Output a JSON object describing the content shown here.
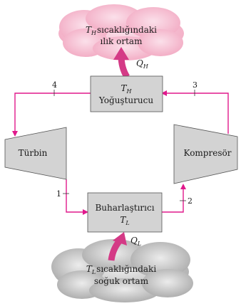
{
  "warm_space": {
    "temp_symbol": "T",
    "temp_subscript": "H",
    "line1_rest": "sıcaklığındaki",
    "line2": "ılık ortam"
  },
  "cold_space": {
    "temp_symbol": "T",
    "temp_subscript": "L",
    "line1_rest": "sıcaklığındaki",
    "line2": "soğuk ortam"
  },
  "condenser": {
    "temp_symbol": "T",
    "temp_subscript": "H",
    "name": "Yoğuşturucu"
  },
  "evaporator": {
    "name": "Buharlaştırıcı",
    "temp_symbol": "T",
    "temp_subscript": "L"
  },
  "turbine": {
    "name": "Türbin"
  },
  "compressor": {
    "name": "Kompresör"
  },
  "heat_out": {
    "symbol": "Q",
    "subscript": "H"
  },
  "heat_in": {
    "symbol": "Q",
    "subscript": "L"
  },
  "states": [
    "1",
    "2",
    "3",
    "4"
  ],
  "colors": {
    "pipe": "#e0198c",
    "warm_cloud": "#f4b6cc",
    "cold_cloud": "#b9b9b9",
    "component": "#d3d3d3",
    "heat_arrow": "#d43a86"
  }
}
